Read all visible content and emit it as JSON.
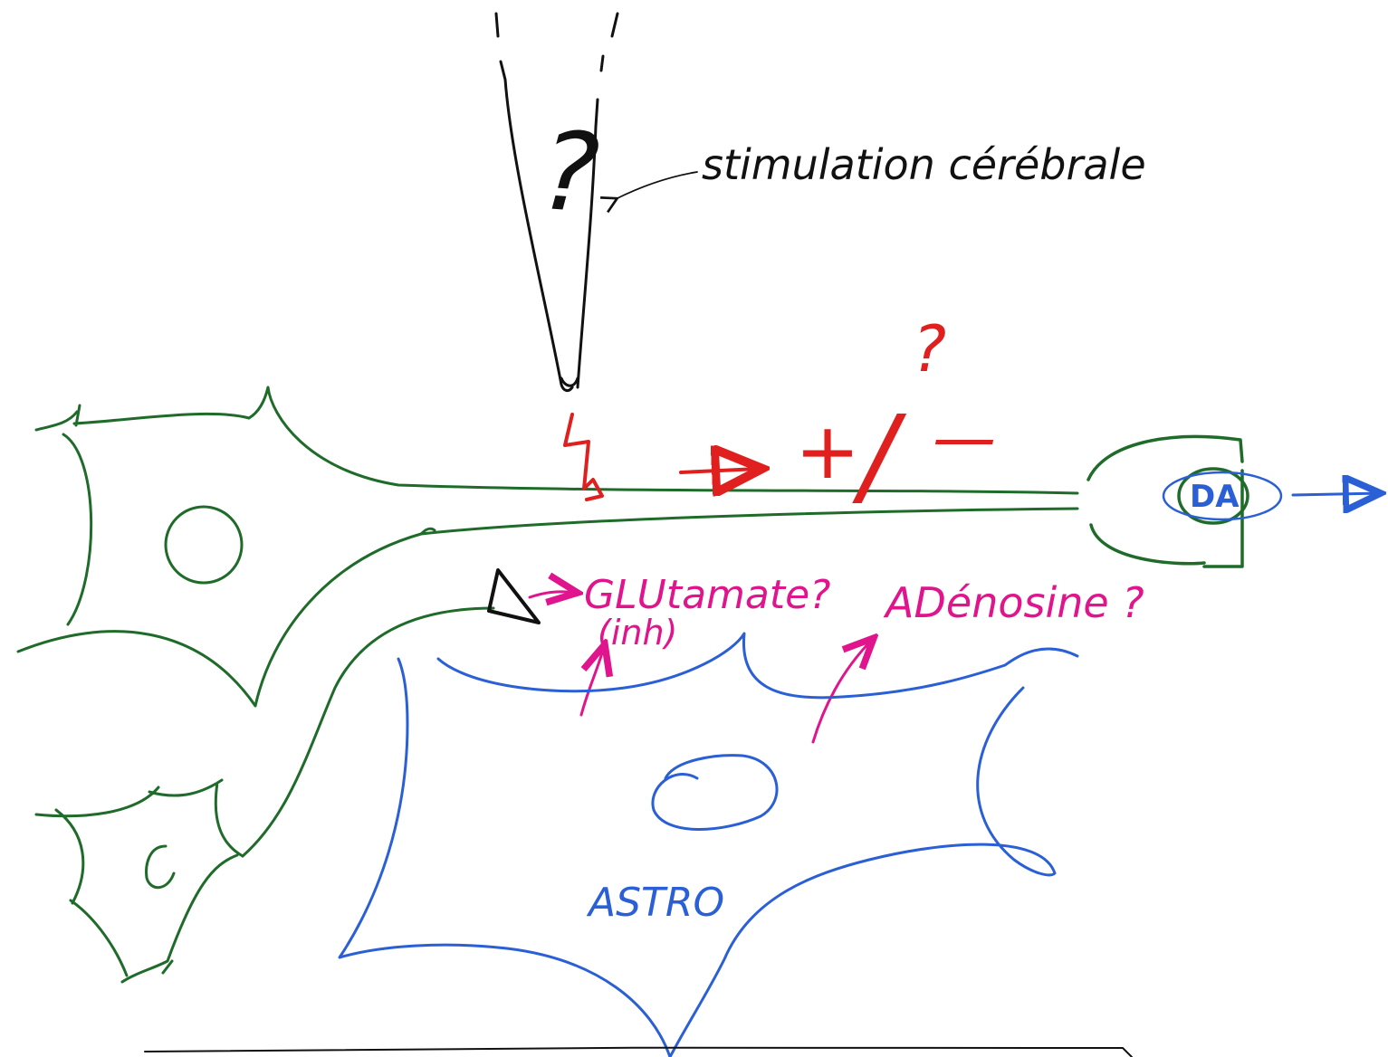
{
  "colors": {
    "ink_black": "#111111",
    "neuron_green": "#1f6b2a",
    "stim_red": "#e0201e",
    "label_magenta": "#e0148c",
    "astro_blue": "#2a5fd6",
    "background": "#ffffff"
  },
  "labels": {
    "electrode_question": "?",
    "stimulation": "stimulation cérébrale",
    "effect_question": "?",
    "plus": "+",
    "slash": "/",
    "minus": "—",
    "dopamine": "DA",
    "glutamate": "GLUtamate?",
    "inh": "(inh)",
    "adenosine": "ADénosine ?",
    "astrocyte": "ASTRO"
  }
}
